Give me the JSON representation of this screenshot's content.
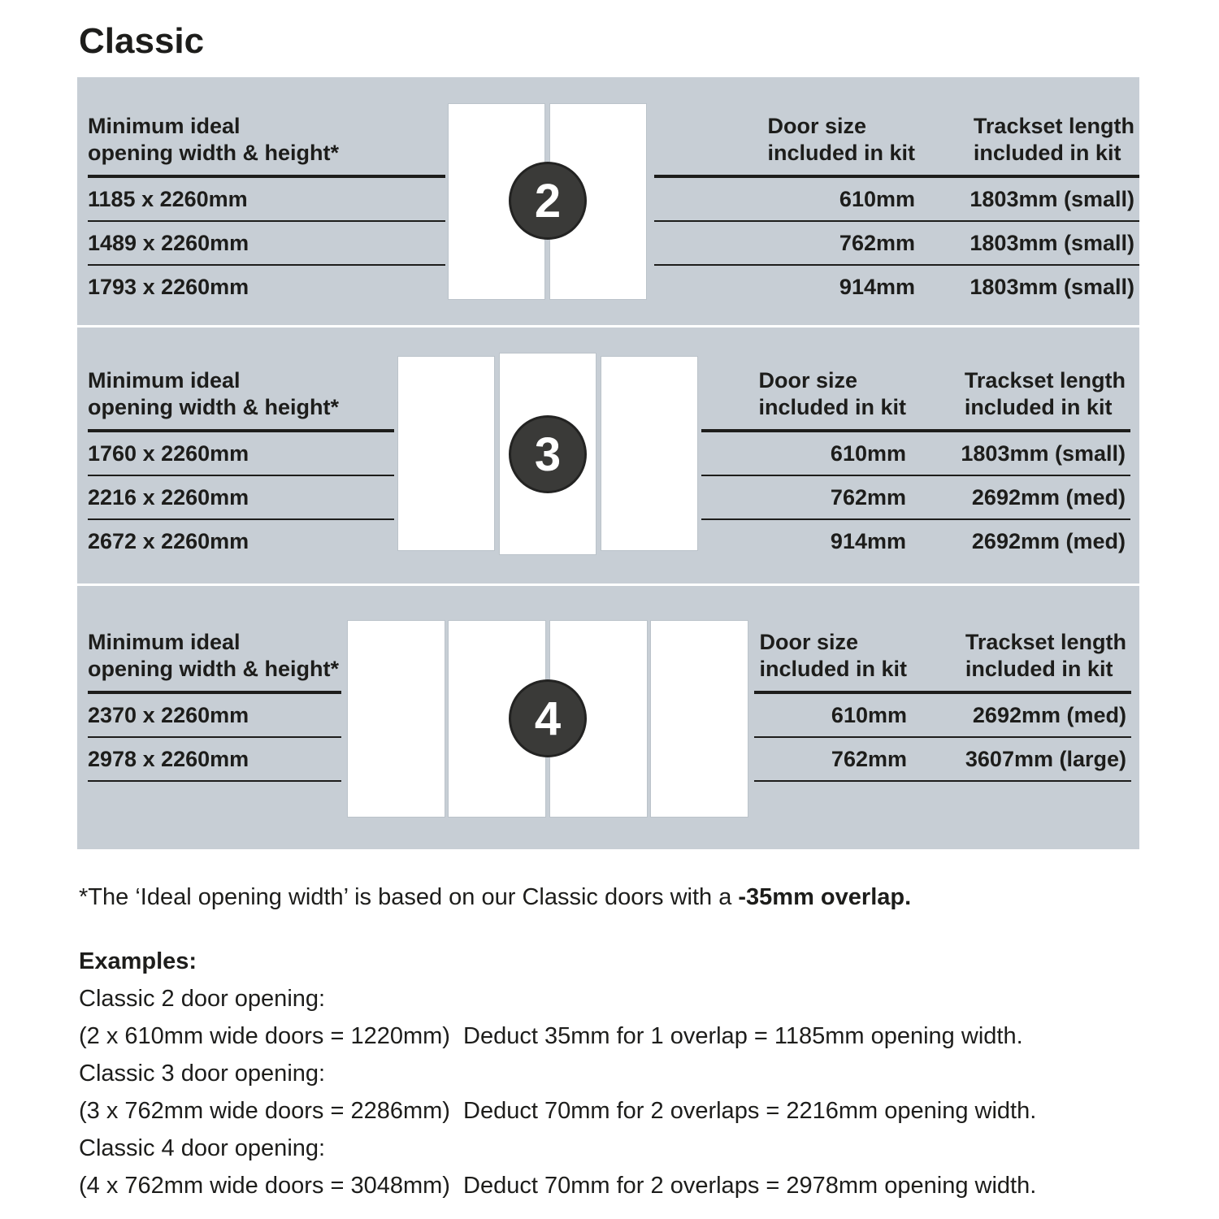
{
  "title": "Classic",
  "colors": {
    "panel_bg": "#c7ced5",
    "badge_bg": "#3a3a38",
    "text": "#1d1d1b",
    "door": "#ffffff"
  },
  "table_headers": {
    "opening_line1": "Minimum ideal",
    "opening_line2": "opening width & height*",
    "door_size_line1": "Door size",
    "door_size_line2": "included in kit",
    "trackset_line1": "Trackset length",
    "trackset_line2": "included in kit"
  },
  "panels": [
    {
      "door_count": "2",
      "rows": [
        {
          "opening": "1185 x 2260mm",
          "door_size": "610mm",
          "trackset": "1803mm (small)"
        },
        {
          "opening": "1489 x 2260mm",
          "door_size": "762mm",
          "trackset": "1803mm (small)"
        },
        {
          "opening": "1793 x 2260mm",
          "door_size": "914mm",
          "trackset": "1803mm (small)"
        }
      ]
    },
    {
      "door_count": "3",
      "rows": [
        {
          "opening": "1760 x 2260mm",
          "door_size": "610mm",
          "trackset": "1803mm (small)"
        },
        {
          "opening": "2216 x 2260mm",
          "door_size": "762mm",
          "trackset": "2692mm (med)"
        },
        {
          "opening": "2672 x 2260mm",
          "door_size": "914mm",
          "trackset": "2692mm (med)"
        }
      ]
    },
    {
      "door_count": "4",
      "rows": [
        {
          "opening": "2370 x 2260mm",
          "door_size": "610mm",
          "trackset": "2692mm (med)"
        },
        {
          "opening": "2978 x 2260mm",
          "door_size": "762mm",
          "trackset": "3607mm (large)"
        }
      ]
    }
  ],
  "footnote": {
    "normal": "*The ‘Ideal opening width’ is based on our Classic doors with a ",
    "bold": "-35mm overlap."
  },
  "examples": {
    "heading": "Examples:",
    "lines": [
      "Classic 2 door opening:",
      "(2 x 610mm wide doors = 1220mm)  Deduct 35mm for 1 overlap = 1185mm opening width.",
      "Classic 3 door opening:",
      "(3 x 762mm wide doors = 2286mm)  Deduct 70mm for 2 overlaps = 2216mm opening width.",
      "Classic 4 door opening:",
      "(4 x 762mm wide doors = 3048mm)  Deduct 70mm for 2 overlaps = 2978mm opening width."
    ]
  }
}
